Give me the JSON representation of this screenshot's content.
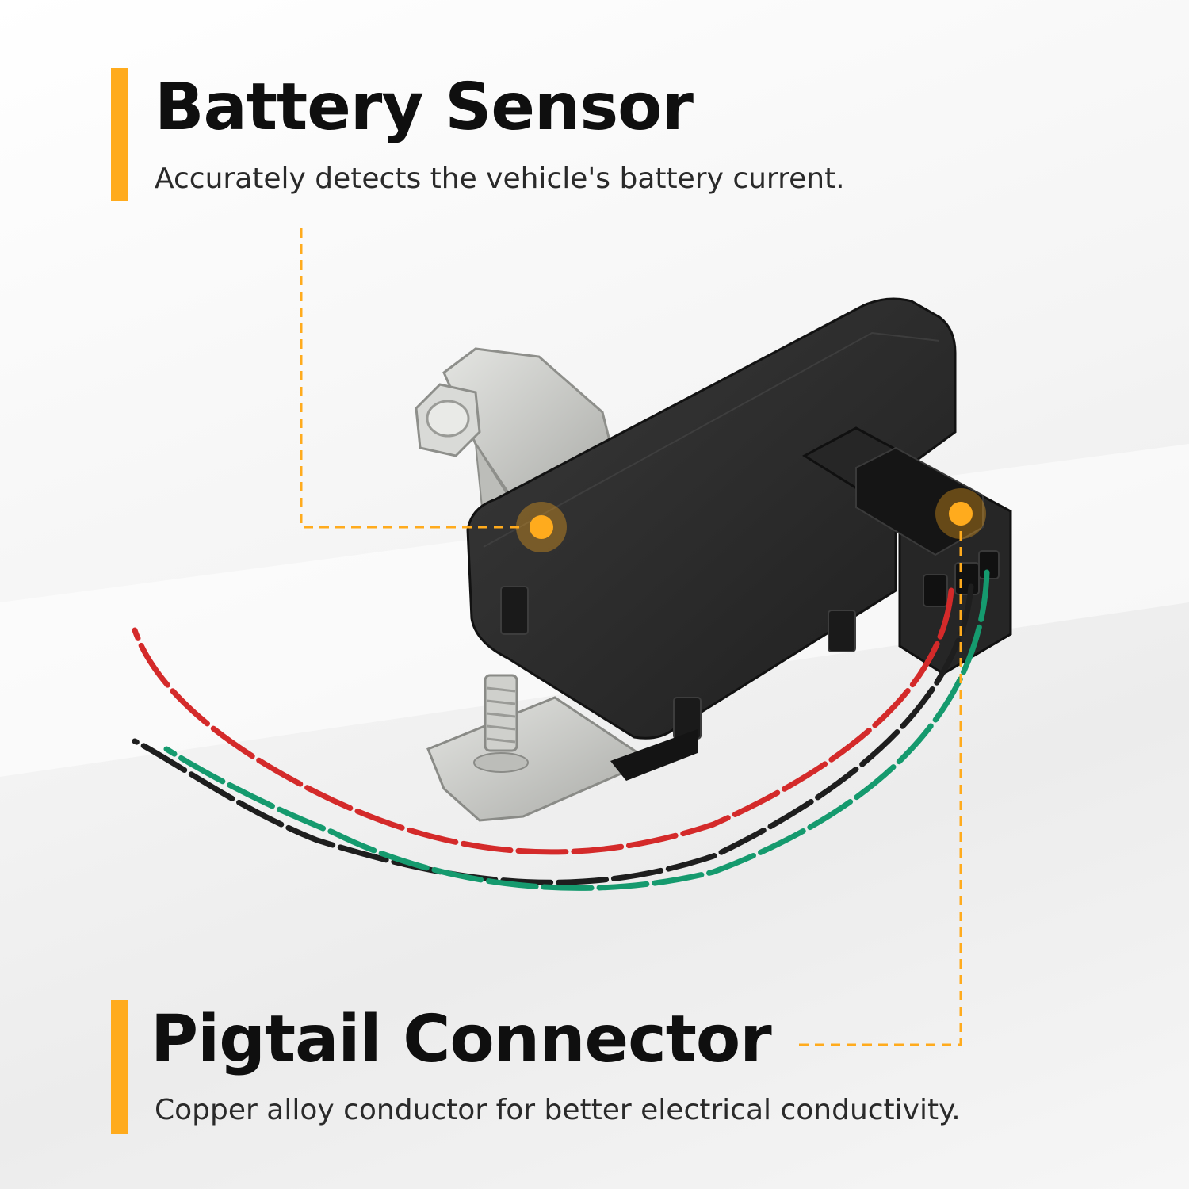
{
  "theme": {
    "accent_color": "#FFAB1D",
    "heading_color": "#0F0F0F",
    "text_color": "#2A2A2A",
    "background_color": "#F3F3F3"
  },
  "callouts": [
    {
      "title": "Battery Sensor",
      "description": "Accurately detects the vehicle's battery current.",
      "marker_icon": "hotspot-dot-icon"
    },
    {
      "title": "Pigtail Connector",
      "description": "Copper alloy conductor for better electrical conductivity.",
      "marker_icon": "hotspot-dot-icon"
    }
  ],
  "product": {
    "wire_colors": [
      "#D42A2A",
      "#1E1E1E",
      "#159A6E"
    ],
    "housing_color": "#2B2B2B",
    "metal_color": "#C9CAC6"
  }
}
